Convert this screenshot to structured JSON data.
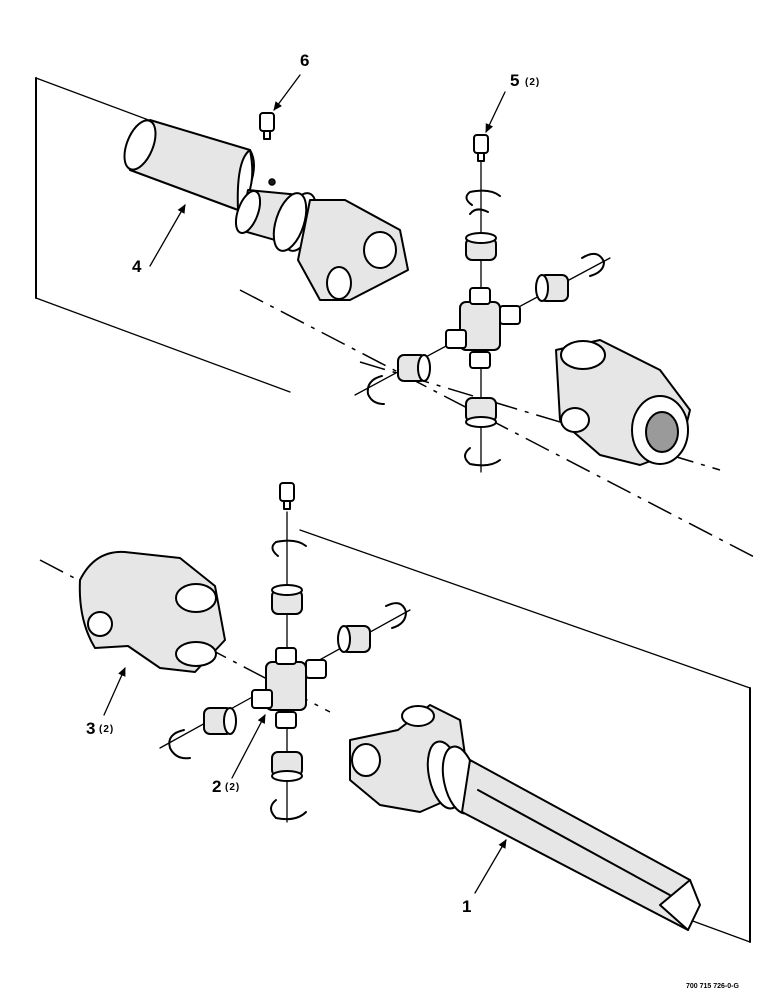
{
  "diagram": {
    "callouts": [
      {
        "id": "1",
        "label": "1",
        "qty": ""
      },
      {
        "id": "2",
        "label": "2",
        "qty": "(2)"
      },
      {
        "id": "3",
        "label": "3",
        "qty": "(2)"
      },
      {
        "id": "4",
        "label": "4",
        "qty": ""
      },
      {
        "id": "5",
        "label": "5",
        "qty": "(2)"
      },
      {
        "id": "6",
        "label": "6",
        "qty": ""
      }
    ],
    "drawing_number": "700 715 726-0-G"
  }
}
